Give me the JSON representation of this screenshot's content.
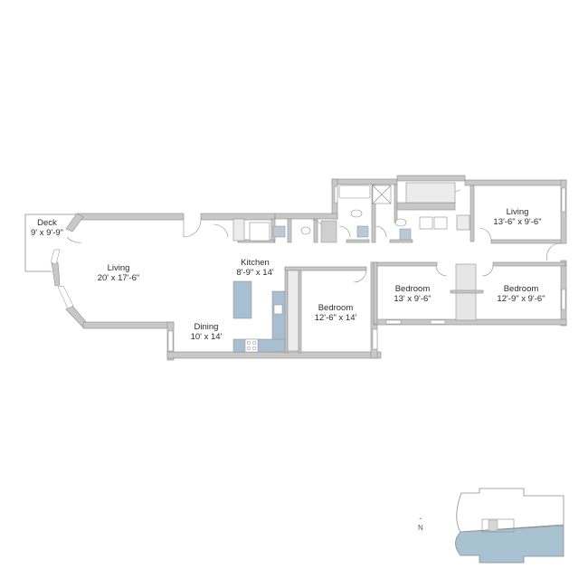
{
  "floorplan": {
    "colors": {
      "wall": "#c8c8c8",
      "wall_stroke": "#8c8c8c",
      "cabinet": "#a7bfd0",
      "key_plan_fill": "#a9c2d2",
      "text": "#2b2b2b"
    },
    "rooms": [
      {
        "id": "deck",
        "name": "Deck",
        "dimensions": "9' x 9'-9\""
      },
      {
        "id": "living-main",
        "name": "Living",
        "dimensions": "20' x 17'-6\""
      },
      {
        "id": "kitchen",
        "name": "Kitchen",
        "dimensions": "8'-9\" x 14'"
      },
      {
        "id": "dining",
        "name": "Dining",
        "dimensions": "10' x 14'"
      },
      {
        "id": "bedroom-1",
        "name": "Bedroom",
        "dimensions": "12'-6\" x 14'"
      },
      {
        "id": "bedroom-2",
        "name": "Bedroom",
        "dimensions": "13' x 9'-6\""
      },
      {
        "id": "bedroom-3",
        "name": "Bedroom",
        "dimensions": "12'-9\" x 9'-6\""
      },
      {
        "id": "living-second",
        "name": "Living",
        "dimensions": "13'-6\" x 9'-6\""
      }
    ],
    "key_plan": {
      "north_label": "N"
    }
  }
}
